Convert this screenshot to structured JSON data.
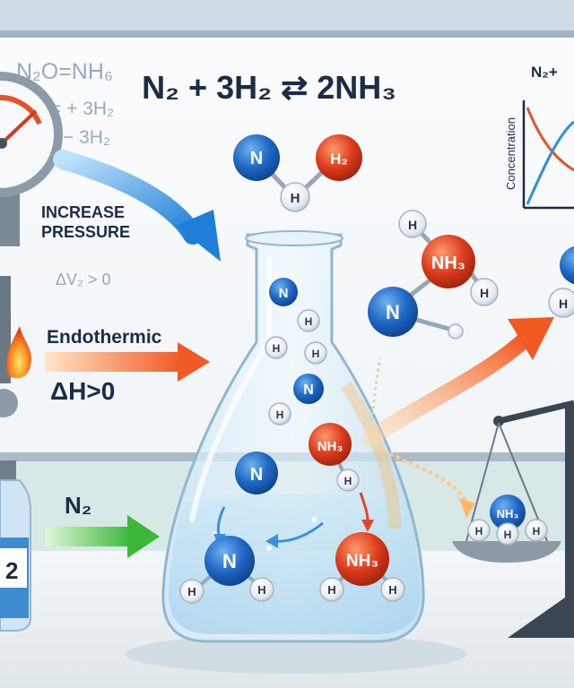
{
  "equation": {
    "main": "N₂ + 3H₂ ⇄ 2NH₃",
    "corner": "N₂+"
  },
  "board": {
    "line1": "N₂O=NH₆",
    "line2": "= + 3H₂",
    "line3": "− 3H₂",
    "line4": "ΔV₂ > 0"
  },
  "graph": {
    "ylabel": "Concentration"
  },
  "pressure": {
    "label1": "INCREASE",
    "label2": "PRESSURE"
  },
  "heat": {
    "label": "Endothermic",
    "delta": "ΔH>0"
  },
  "feed": {
    "label": "N₂",
    "bottle_label": "2"
  },
  "molecules": {
    "n": "N",
    "h": "H",
    "h2": "H₂",
    "nh3": "NH₃"
  },
  "colors": {
    "nitrogen": "#1f66c2",
    "ammonia": "#d8381c",
    "hydrogen": "#eef2f7",
    "arrow_blue": "#2f8fe0",
    "arrow_orange": "#f07a30",
    "arrow_green": "#4cbf3c"
  }
}
